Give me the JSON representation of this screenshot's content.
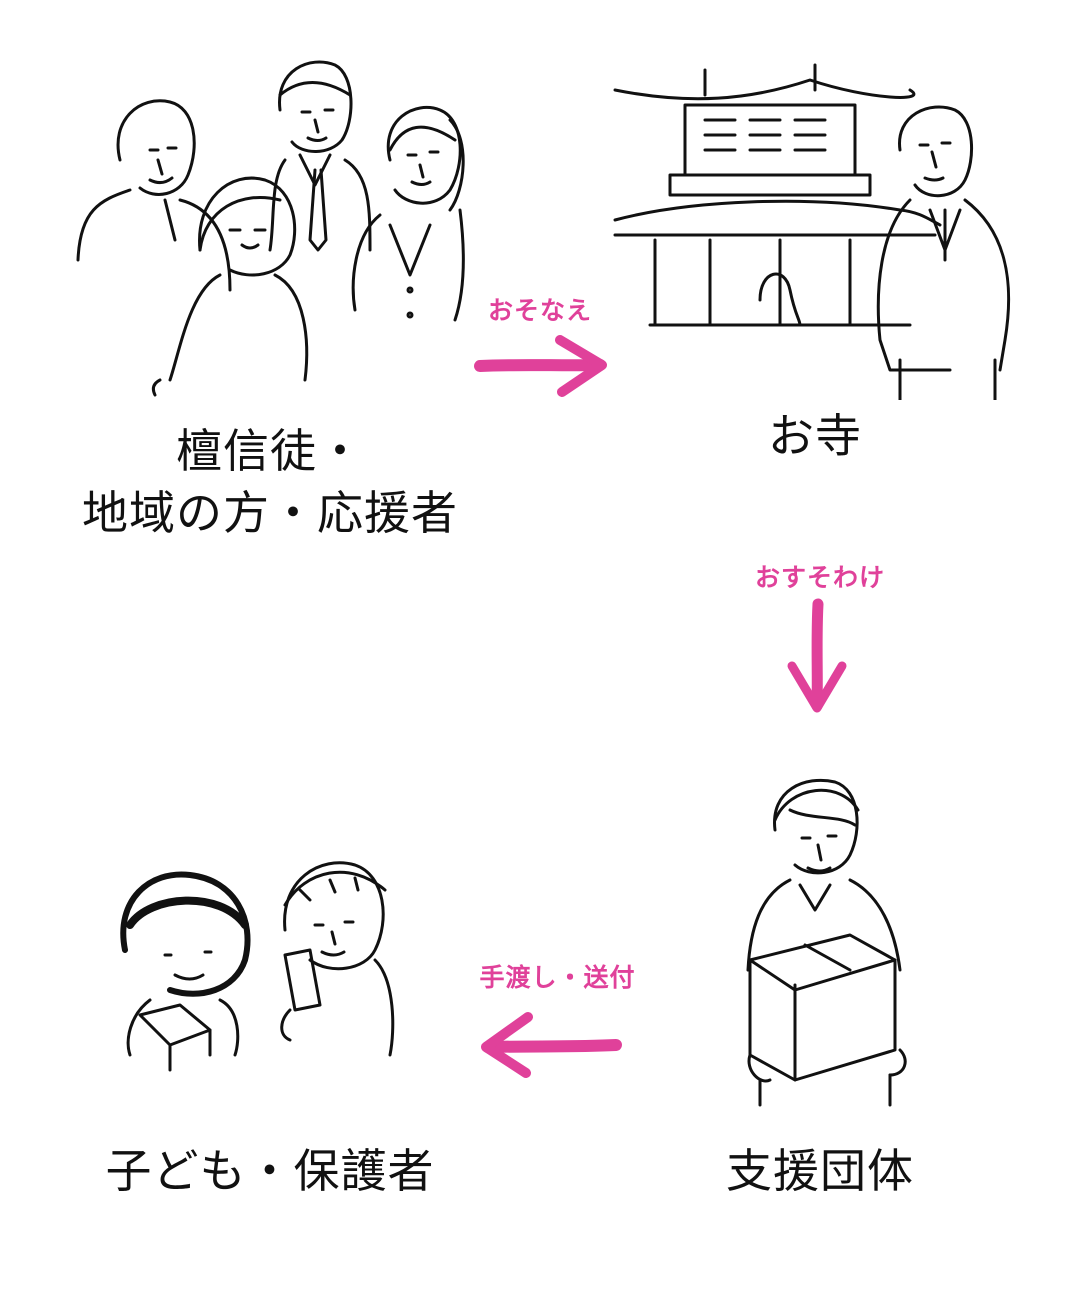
{
  "accent_color": "#e0419a",
  "nodes": {
    "supporters": {
      "line1": "檀信徒・",
      "line2": "地域の方・応援者"
    },
    "temple": {
      "label": "お寺"
    },
    "support_group": {
      "label": "支援団体"
    },
    "families": {
      "label": "子ども・保護者"
    }
  },
  "flows": {
    "offering": "おそなえ",
    "sharing": "おすそわけ",
    "delivery": "手渡し・送付"
  },
  "icons": {
    "supporters": "group-of-people-illustration",
    "temple": "temple-and-monk-illustration",
    "support_group": "person-holding-box-illustration",
    "families": "child-and-parent-illustration"
  }
}
